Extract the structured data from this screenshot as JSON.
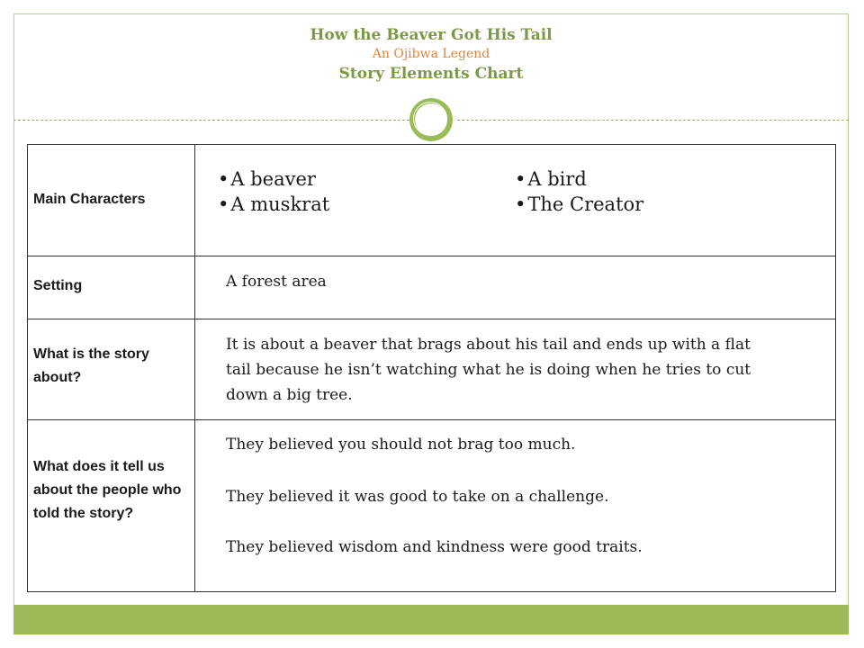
{
  "header": {
    "title": "How the Beaver Got His Tail",
    "subtitle": "An Ojibwa Legend",
    "chart_title": "Story Elements Chart"
  },
  "colors": {
    "accent_green": "#9bbb59",
    "title_green": "#7c9a45",
    "subtitle_orange": "#e0863a"
  },
  "table": {
    "rows": [
      {
        "label": "Main Characters",
        "characters_left": [
          "A beaver",
          "A muskrat"
        ],
        "characters_right": [
          "A bird",
          "The Creator"
        ]
      },
      {
        "label": "Setting",
        "text": "A forest area"
      },
      {
        "label": "What is the story about?",
        "text": "It is about a beaver that brags about his tail and ends up with a flat tail because he isn’t watching what he is doing when he tries to cut down a big tree."
      },
      {
        "label": "What does it tell us about the people who told the story?",
        "lines": [
          "They believed you should not brag too much.",
          "They believed it was good to take on a challenge.",
          "They believed wisdom and kindness were good traits."
        ]
      }
    ]
  }
}
